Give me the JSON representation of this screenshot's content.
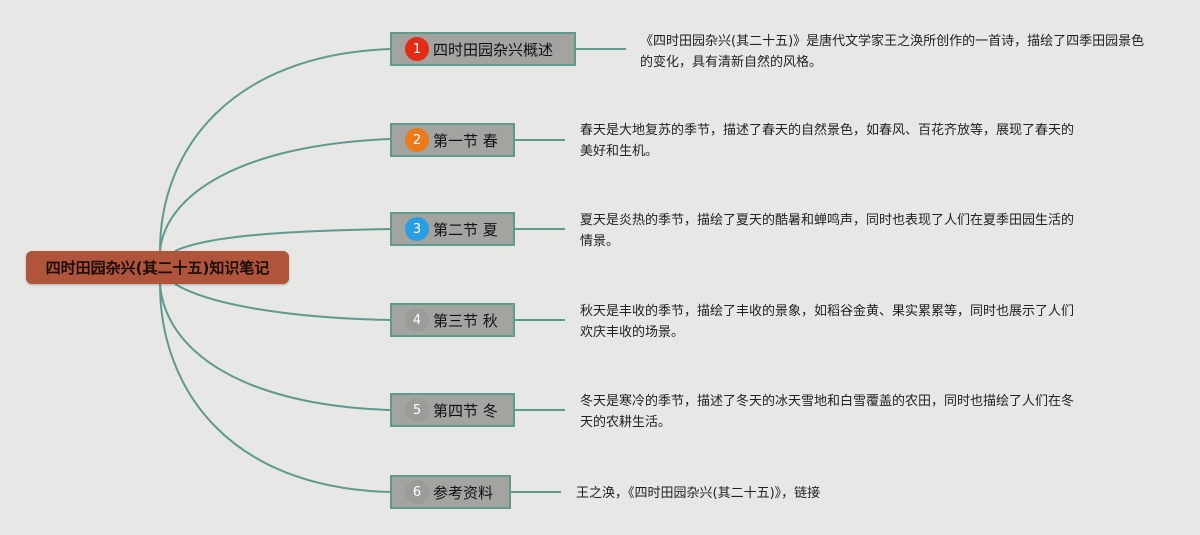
{
  "root": {
    "title": "四时田园杂兴(其二十五)知识笔记",
    "color": "#b0553b"
  },
  "connector_color": "#5f9a8e",
  "branches": [
    {
      "number": "1",
      "badge_color": "#e32b16",
      "label": "四时田园杂兴概述",
      "description": "《四时田园杂兴(其二十五)》是唐代文学家王之涣所创作的一首诗，描绘了四季田园景色的变化，具有清新自然的风格。"
    },
    {
      "number": "2",
      "badge_color": "#ea7a1c",
      "label": "第一节 春",
      "description": "春天是大地复苏的季节，描述了春天的自然景色，如春风、百花齐放等，展现了春天的美好和生机。"
    },
    {
      "number": "3",
      "badge_color": "#2a9ee4",
      "label": "第二节 夏",
      "description": "夏天是炎热的季节，描绘了夏天的酷暑和蝉鸣声，同时也表现了人们在夏季田园生活的情景。"
    },
    {
      "number": "4",
      "badge_color": "#9b9b98",
      "label": "第三节 秋",
      "description": "秋天是丰收的季节，描绘了丰收的景象，如稻谷金黄、果实累累等，同时也展示了人们欢庆丰收的场景。"
    },
    {
      "number": "5",
      "badge_color": "#9b9b98",
      "label": "第四节 冬",
      "description": "冬天是寒冷的季节，描述了冬天的冰天雪地和白雪覆盖的农田，同时也描绘了人们在冬天的农耕生活。"
    },
    {
      "number": "6",
      "badge_color": "#9b9b98",
      "label": "参考资料",
      "description": "王之涣，《四时田园杂兴(其二十五)》，链接"
    }
  ]
}
